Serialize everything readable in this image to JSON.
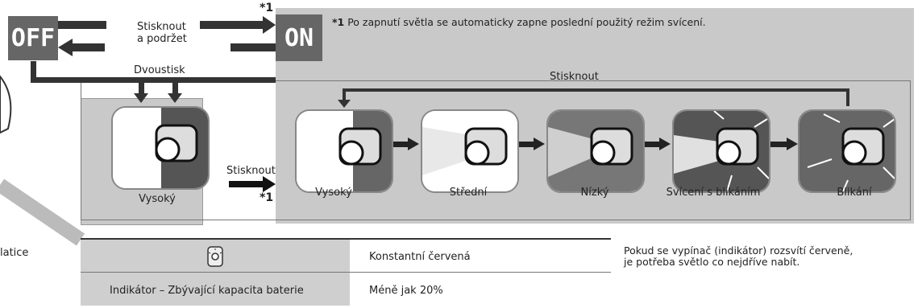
{
  "off_label": "OFF",
  "on_label": "ON",
  "press_hold": "Stisknout\na podržet",
  "star1": "*1",
  "star_note_marker": "*1",
  "note_text": " Po zapnutí světla se automaticky zapne poslední použitý režim svícení.",
  "double_press": "Dvoustisk",
  "press_top": "Stisknout",
  "press_left": "Stisknout",
  "star1_left": "*1",
  "left_tile_label": "Vysoký",
  "modes": [
    "Vysoký",
    "Střední",
    "Nízký",
    "Svícení s blikáním",
    "Blikání"
  ],
  "side_label": "latice",
  "table": {
    "row1_right": "Konstantní červená",
    "row2_left": "Indikátor – Zbývající kapacita baterie",
    "row2_right": "Méně jak 20%"
  },
  "note_right": "Pokud se vypínač (indikátor) rozsvítí červeně,\nje potřeba světlo co nejdříve nabít.",
  "colors": {
    "panel": "#c8c8c8",
    "dark": "#555555",
    "box": "#666666"
  }
}
